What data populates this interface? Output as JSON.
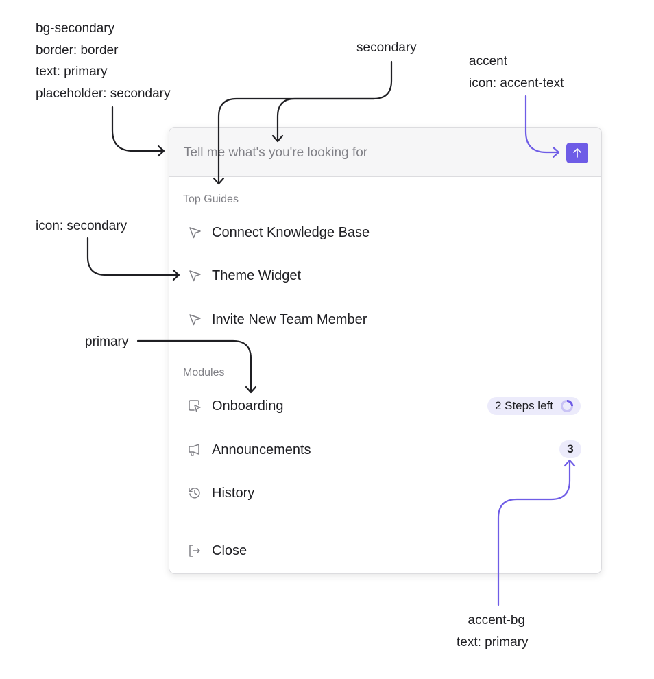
{
  "annotations": {
    "input": [
      "bg-secondary",
      "border: border",
      "text: primary",
      "placeholder: secondary"
    ],
    "placeholder_color": "secondary",
    "send": [
      "accent",
      "icon: accent-text"
    ],
    "icon": "icon: secondary",
    "label": "primary",
    "badge": [
      "accent-bg",
      "text: primary"
    ]
  },
  "widget": {
    "search": {
      "placeholder": "Tell me what's you're looking for",
      "submit_icon": "arrow-up-icon"
    },
    "top_guides": {
      "title": "Top Guides",
      "items": [
        {
          "label": "Connect Knowledge Base",
          "icon": "cursor-icon"
        },
        {
          "label": "Theme Widget",
          "icon": "cursor-icon"
        },
        {
          "label": "Invite New Team Member",
          "icon": "cursor-icon"
        }
      ]
    },
    "modules": {
      "title": "Modules",
      "items": [
        {
          "label": "Onboarding",
          "icon": "onboarding-icon",
          "badge": "2 Steps left"
        },
        {
          "label": "Announcements",
          "icon": "megaphone-icon",
          "badge": "3"
        },
        {
          "label": "History",
          "icon": "history-icon"
        }
      ]
    },
    "close": {
      "label": "Close",
      "icon": "exit-icon"
    }
  },
  "colors": {
    "accent": "#6e5ce6",
    "accent_bg": "#ecebfb",
    "bg_secondary": "#f6f6f7",
    "border": "#dcdcdf",
    "text_primary": "#1f1f23",
    "text_secondary": "#808086"
  }
}
